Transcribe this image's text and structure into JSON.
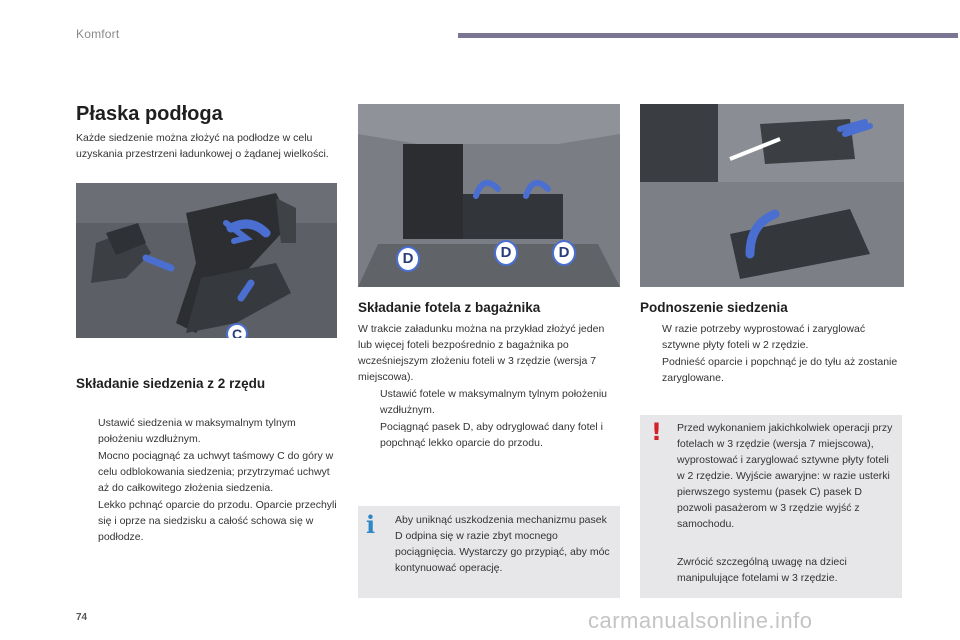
{
  "header": {
    "section": "Komfort",
    "bar_color": "#7a7593"
  },
  "title": "Płaska podłoga",
  "intro": "Każde siedzenie można złożyć na podłodze w celu uzyskania przestrzeni ładunkowej o żądanej wielkości.",
  "col1": {
    "subtitle": "Składanie siedzenia z 2 rzędu",
    "steps": [
      "Ustawić siedzenia w maksymalnym tylnym położeniu wzdłużnym.",
      "Mocno pociągnąć za uchwyt taśmowy C do góry w celu odblokowania siedzenia; przytrzymać uchwyt aż do całkowitego złożenia siedzenia.",
      "Lekko pchnąć oparcie do przodu. Oparcie przechyli się i oprze na siedzisku a całość schowa się w podłodze."
    ],
    "figure_labels": [
      "C"
    ]
  },
  "col2": {
    "subtitle": "Składanie fotela z bagażnika",
    "intro": "W trakcie załadunku można na przykład złożyć jeden lub więcej foteli bezpośrednio z bagażnika po wcześniejszym złożeniu foteli w 3 rzędzie (wersja 7 miejscowa).",
    "steps": [
      "Ustawić fotele w maksymalnym tylnym położeniu wzdłużnym.",
      "Pociągnąć pasek D, aby odryglować dany fotel i popchnąć lekko oparcie do przodu."
    ],
    "figure_labels": [
      "D",
      "D",
      "D"
    ],
    "info": "Aby uniknąć uszkodzenia mechanizmu pasek D odpina się w razie zbyt mocnego pociągnięcia. Wystarczy go przypiąć, aby móc kontynuować operację."
  },
  "col3": {
    "subtitle": "Podnoszenie siedzenia",
    "steps": [
      "W razie potrzeby wyprostować i zaryglować sztywne płyty foteli w 2 rzędzie.",
      "Podnieść oparcie i popchnąć je do tyłu aż zostanie zaryglowane."
    ],
    "warning": "Przed wykonaniem jakichkolwiek operacji przy fotelach w 3 rzędzie (wersja 7 miejscowa), wyprostować i zaryglować sztywne płyty foteli w 2 rzędzie. Wyjście awaryjne: w razie usterki pierwszego systemu (pasek C) pasek D pozwoli pasażerom w 3 rzędzie wyjść z samochodu.",
    "warning2": "Zwrócić szczególną uwagę na dzieci manipulujące fotelami w 3 rzędzie."
  },
  "marks": {
    "bullet": "",
    "info": "i",
    "warning": "!"
  },
  "colors": {
    "arrow": "#4a6fd0",
    "info": "#2f86c6",
    "warning": "#d42127",
    "box_bg": "#e7e7e9"
  },
  "page_number": "74",
  "watermark": "carmanualsonline.info"
}
